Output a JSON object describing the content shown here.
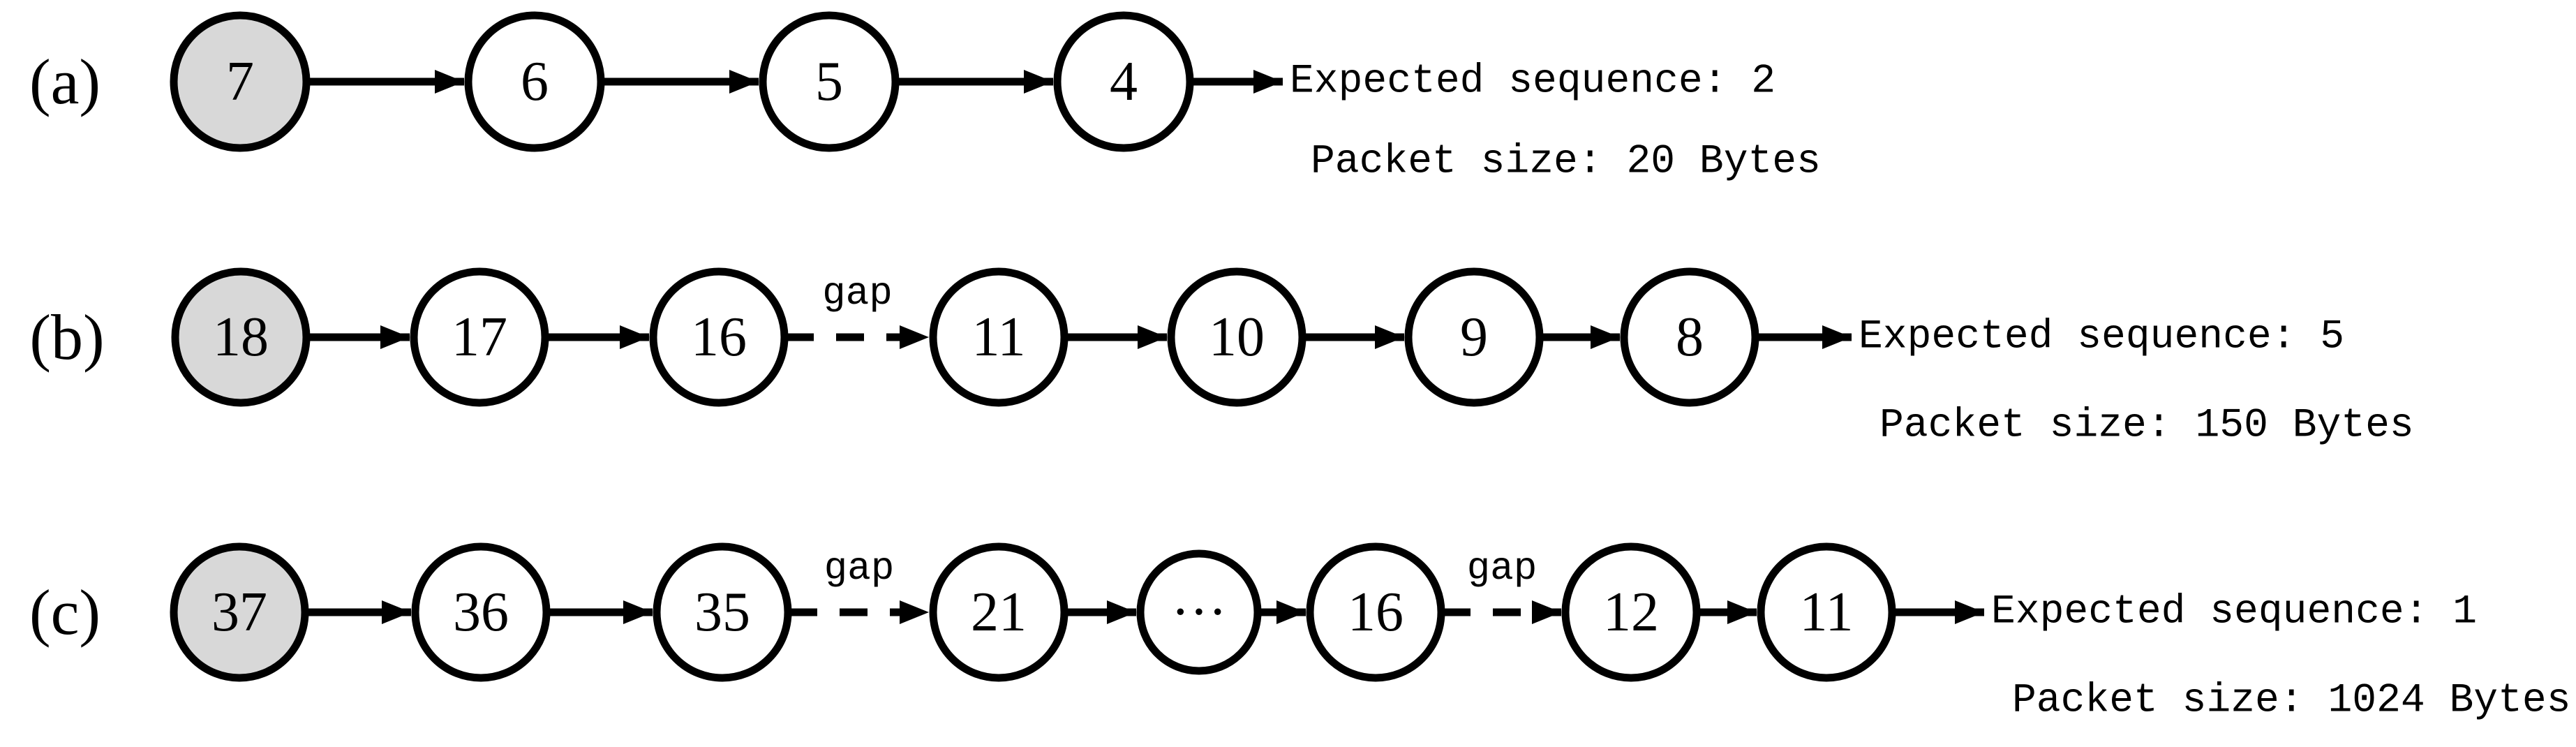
{
  "figure": {
    "background": "#ffffff",
    "stroke_color": "#000000",
    "node_fill": "#ffffff",
    "shaded_node_fill": "#d8d8d8",
    "rows": [
      {
        "label": "(a)",
        "nodes": [
          {
            "value": "7",
            "shaded": true
          },
          {
            "value": "6",
            "shaded": false
          },
          {
            "value": "5",
            "shaded": false
          },
          {
            "value": "4",
            "shaded": false
          }
        ],
        "links": [
          {
            "type": "solid"
          },
          {
            "type": "solid"
          },
          {
            "type": "solid"
          }
        ],
        "annotation": {
          "line1": "Expected sequence: 2",
          "line2": "Packet size: 20 Bytes"
        }
      },
      {
        "label": "(b)",
        "nodes": [
          {
            "value": "18",
            "shaded": true
          },
          {
            "value": "17",
            "shaded": false
          },
          {
            "value": "16",
            "shaded": false
          },
          {
            "value": "11",
            "shaded": false
          },
          {
            "value": "10",
            "shaded": false
          },
          {
            "value": "9",
            "shaded": false
          },
          {
            "value": "8",
            "shaded": false
          }
        ],
        "links": [
          {
            "type": "solid"
          },
          {
            "type": "solid"
          },
          {
            "type": "gap",
            "label": "gap"
          },
          {
            "type": "solid"
          },
          {
            "type": "solid"
          },
          {
            "type": "solid"
          }
        ],
        "annotation": {
          "line1": "Expected sequence: 5",
          "line2": "Packet size: 150 Bytes"
        }
      },
      {
        "label": "(c)",
        "nodes": [
          {
            "value": "37",
            "shaded": true
          },
          {
            "value": "36",
            "shaded": false
          },
          {
            "value": "35",
            "shaded": false
          },
          {
            "value": "21",
            "shaded": false
          },
          {
            "value": "···",
            "shaded": false
          },
          {
            "value": "16",
            "shaded": false
          },
          {
            "value": "12",
            "shaded": false
          },
          {
            "value": "11",
            "shaded": false
          }
        ],
        "links": [
          {
            "type": "solid"
          },
          {
            "type": "solid"
          },
          {
            "type": "gap",
            "label": "gap"
          },
          {
            "type": "solid"
          },
          {
            "type": "solid"
          },
          {
            "type": "gap",
            "label": "gap"
          },
          {
            "type": "solid"
          }
        ],
        "annotation": {
          "line1": "Expected sequence: 1",
          "line2": "Packet size: 1024 Bytes"
        }
      }
    ]
  }
}
